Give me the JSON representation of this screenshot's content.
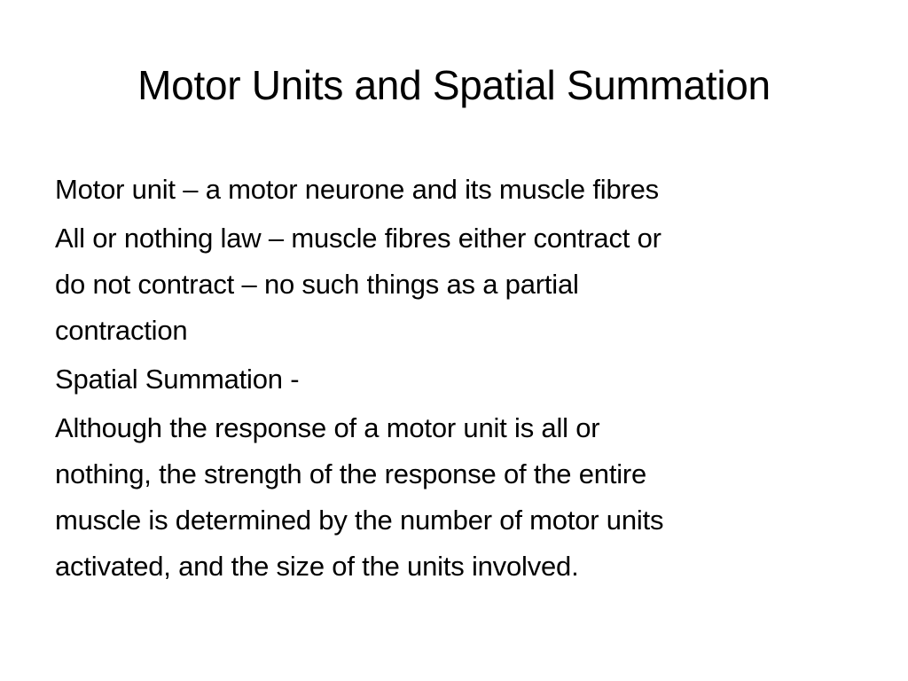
{
  "slide": {
    "title": "Motor Units and Spatial Summation",
    "paragraphs": [
      {
        "lines": [
          "Motor unit – a motor neurone and its muscle fibres"
        ]
      },
      {
        "lines": [
          "All or nothing law – muscle fibres either contract or",
          "do not contract – no such things as a partial",
          "contraction"
        ]
      },
      {
        "lines": [
          "Spatial Summation -"
        ]
      },
      {
        "lines": [
          "Although the response of a motor unit is all or",
          "nothing, the strength of the response of the entire",
          "muscle is determined by the number of motor units",
          "activated, and the size of the units involved."
        ]
      }
    ]
  }
}
